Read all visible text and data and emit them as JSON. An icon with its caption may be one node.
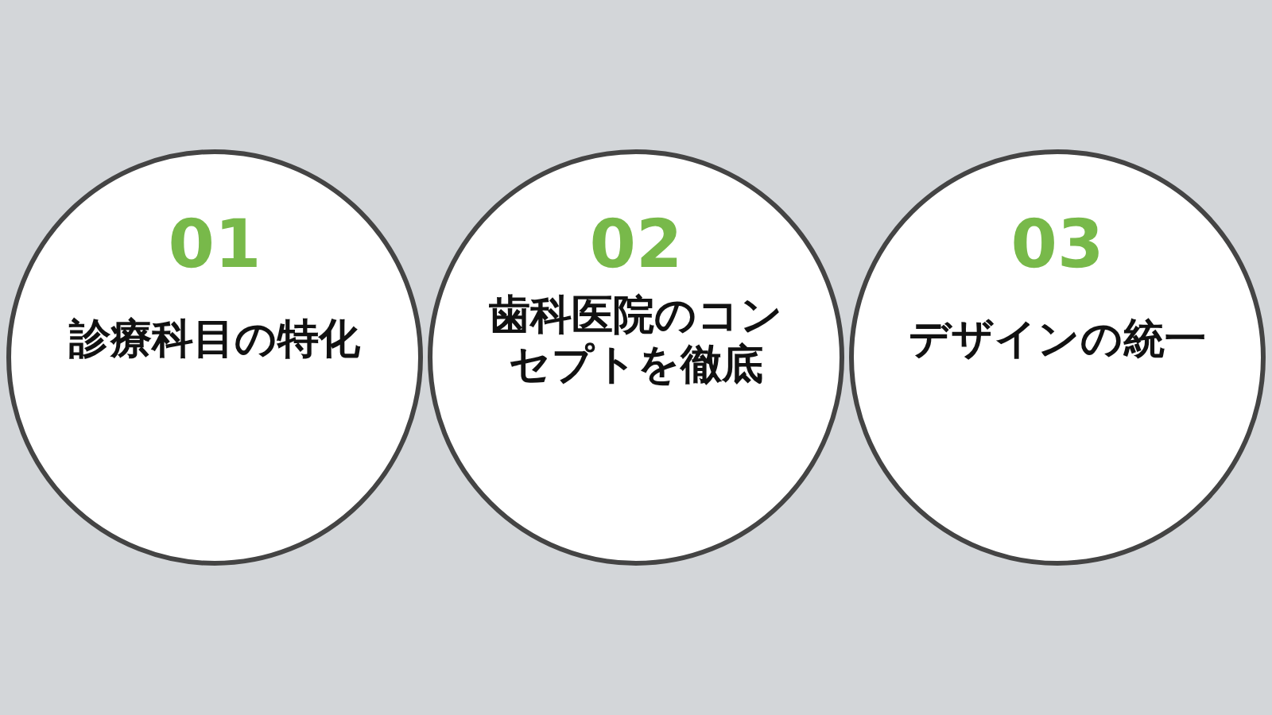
{
  "diagram": {
    "nodes": [
      {
        "text": [
          "01",
          "診療科目の特化"
        ]
      },
      {
        "text": [
          "02",
          "歯科医院のコンセプトを徹底"
        ]
      },
      {
        "text": [
          "03",
          "デザインの統一"
        ]
      }
    ]
  }
}
